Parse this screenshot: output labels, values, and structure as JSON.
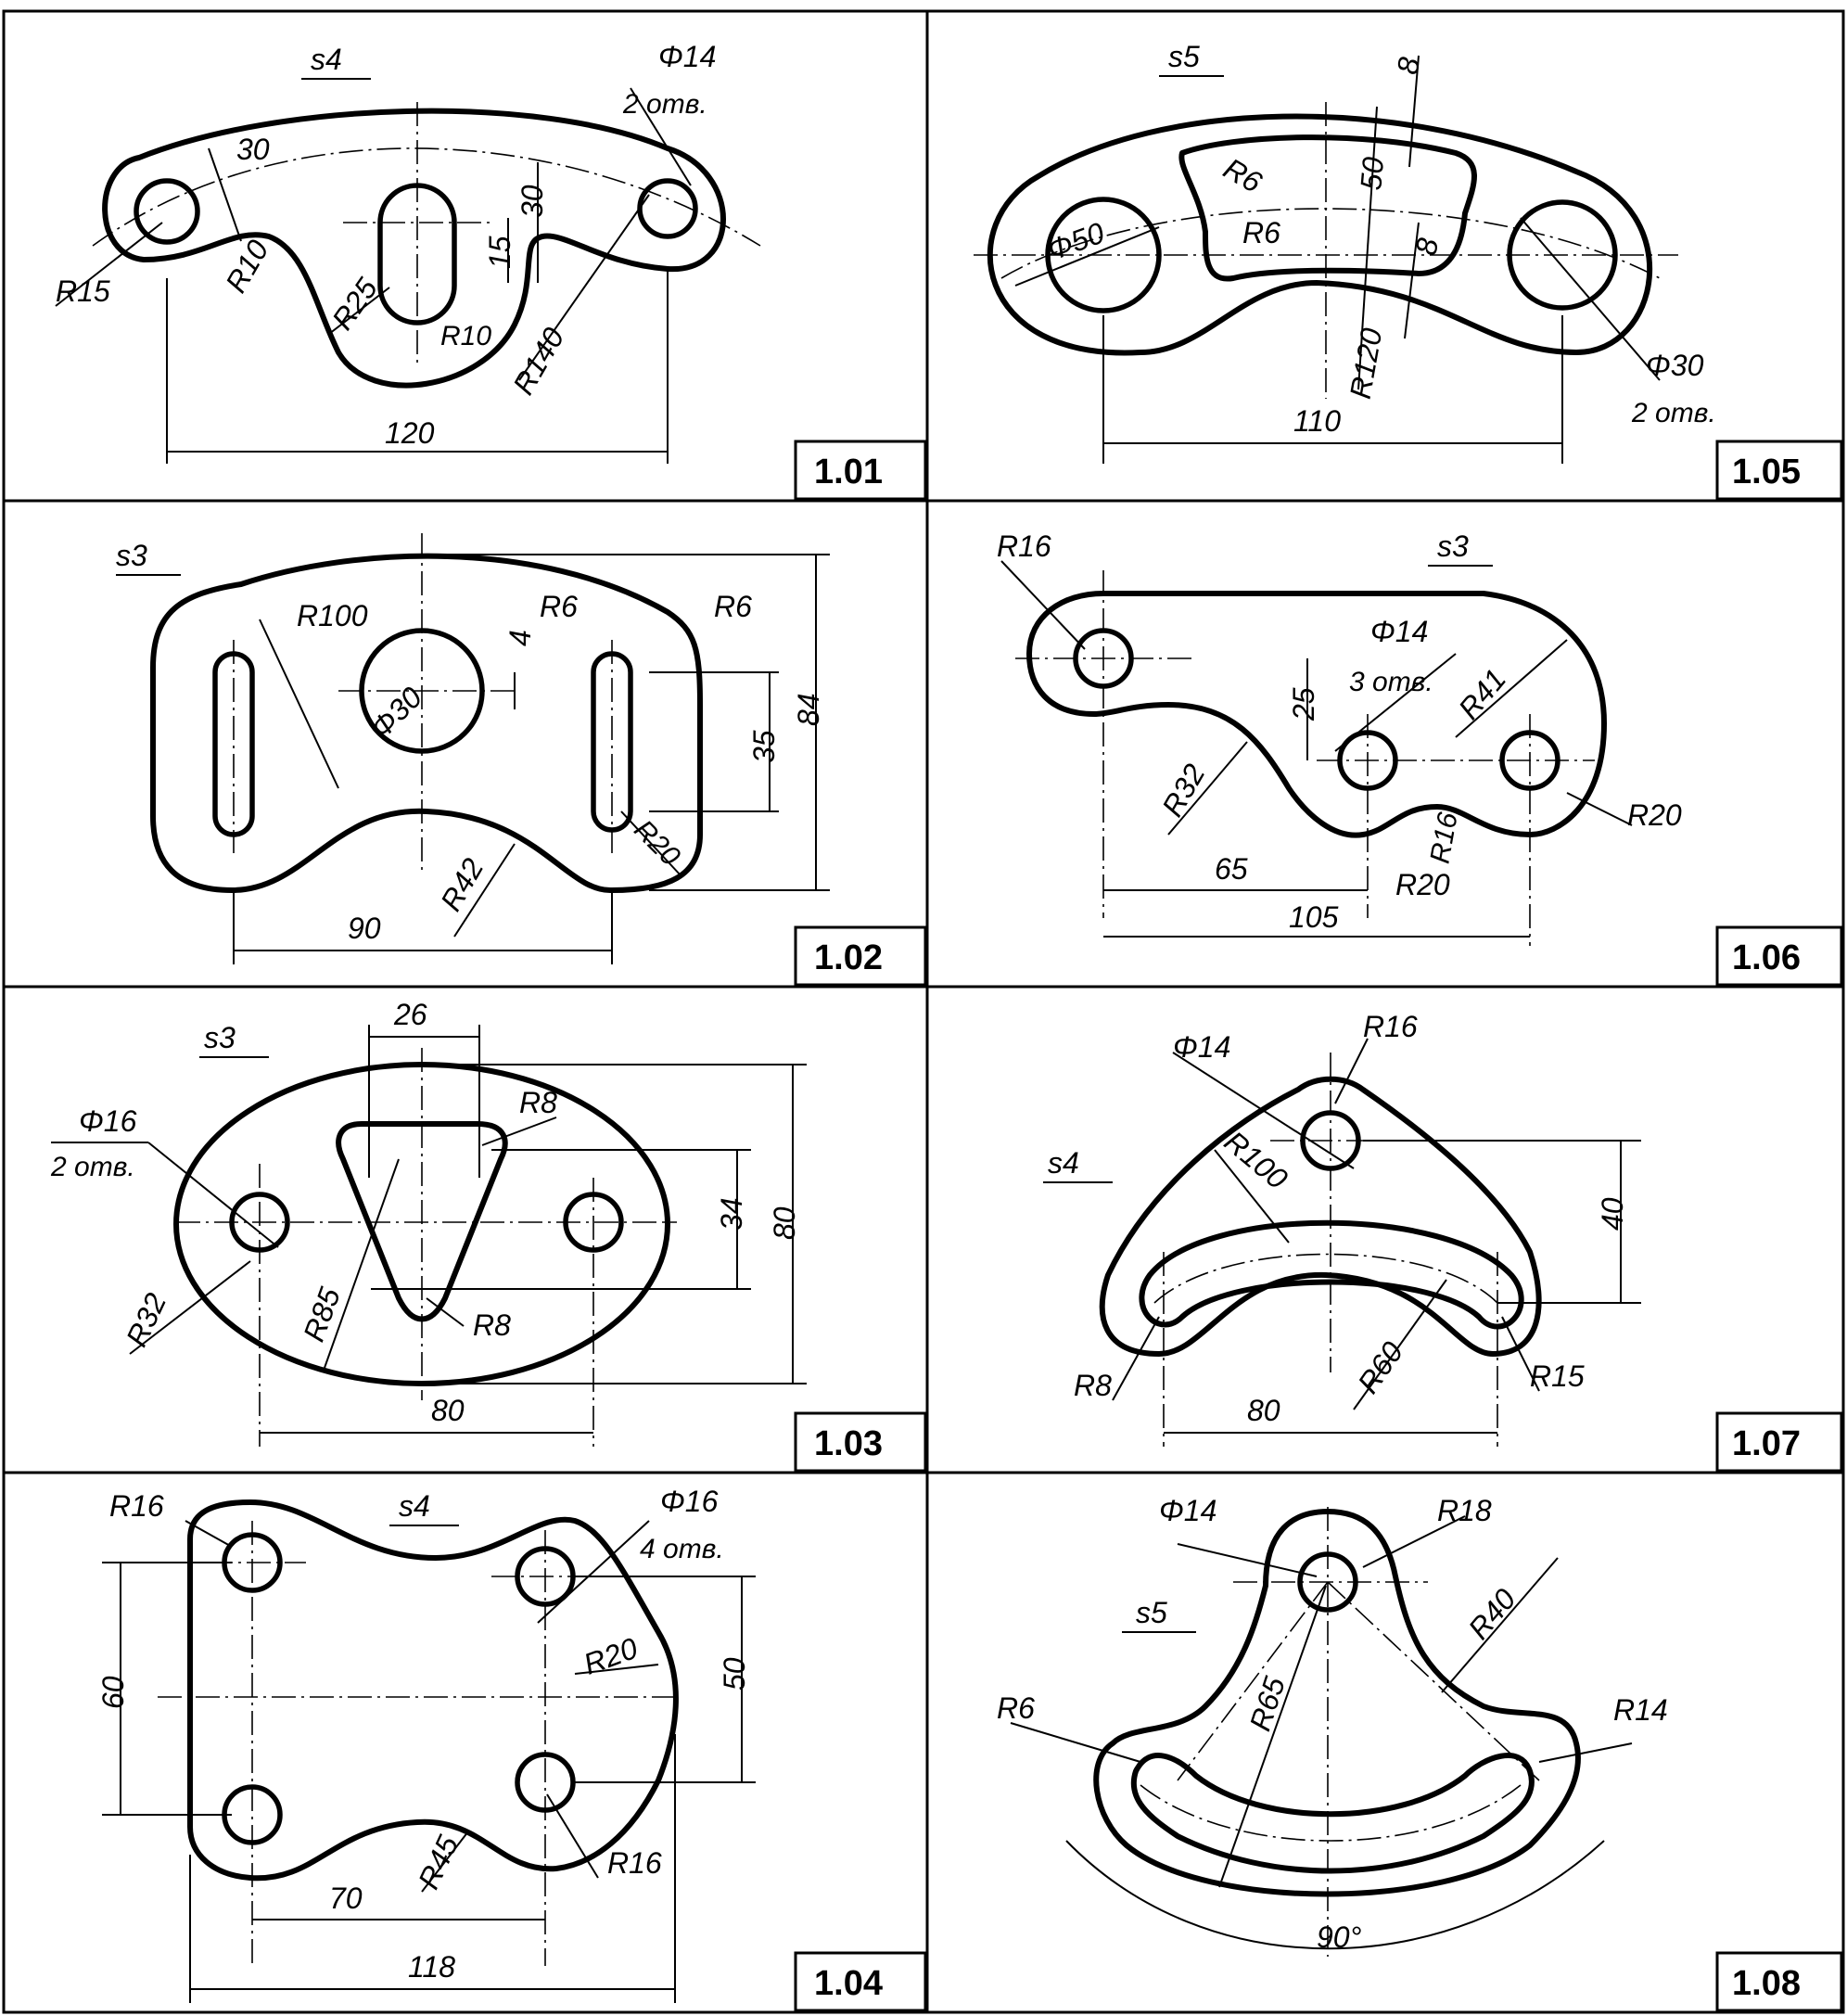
{
  "panels": [
    {
      "id": "1.01",
      "thickness": "s4",
      "labels": {
        "hole": "Φ14",
        "hole_count": "2 отв.",
        "r15": "R15",
        "r10a": "R10",
        "r10b": "R10",
        "r25": "R25",
        "r140": "R140",
        "d30a": "30",
        "d30b": "30",
        "d15": "15",
        "d120": "120"
      }
    },
    {
      "id": "1.05",
      "thickness": "s5",
      "labels": {
        "d8a": "8",
        "d8b": "8",
        "d50": "50",
        "r6a": "R6",
        "r6b": "R6",
        "phi50": "Φ50",
        "r120": "R120",
        "phi30": "Φ30",
        "hole_count": "2 отв.",
        "d110": "110"
      }
    },
    {
      "id": "1.02",
      "thickness": "s3",
      "labels": {
        "r100": "R100",
        "d4": "4",
        "r6a": "R6",
        "r6b": "R6",
        "phi30": "Φ30",
        "d35": "35",
        "d84": "84",
        "r20": "R20",
        "r42": "R42",
        "d90": "90"
      }
    },
    {
      "id": "1.06",
      "thickness": "s3",
      "labels": {
        "r16a": "R16",
        "phi14": "Φ14",
        "hole_count": "3 отв.",
        "d25": "25",
        "r41": "R41",
        "r32": "R32",
        "r20a": "R20",
        "r16b": "R16",
        "r20b": "R20",
        "d65": "65",
        "d105": "105"
      }
    },
    {
      "id": "1.03",
      "thickness": "s3",
      "labels": {
        "d26": "26",
        "phi16": "Φ16",
        "hole_count": "2 отв.",
        "r8a": "R8",
        "r8b": "R8",
        "r32": "R32",
        "r85": "R85",
        "d34": "34",
        "d80v": "80",
        "d80h": "80"
      }
    },
    {
      "id": "1.07",
      "thickness": "s4",
      "labels": {
        "phi14": "Φ14",
        "r16": "R16",
        "r100": "R100",
        "d40": "40",
        "r8": "R8",
        "r60": "R60",
        "r15": "R15",
        "d80": "80"
      }
    },
    {
      "id": "1.04",
      "thickness": "s4",
      "labels": {
        "r16a": "R16",
        "phi16": "Φ16",
        "hole_count": "4 отв.",
        "r20": "R20",
        "d60": "60",
        "d50": "50",
        "r45": "R45",
        "r16b": "R16",
        "d70": "70",
        "d118": "118"
      }
    },
    {
      "id": "1.08",
      "thickness": "s5",
      "labels": {
        "phi14": "Φ14",
        "r18": "R18",
        "r40": "R40",
        "r6": "R6",
        "r65": "R65",
        "r14": "R14",
        "angle": "90°"
      }
    }
  ]
}
